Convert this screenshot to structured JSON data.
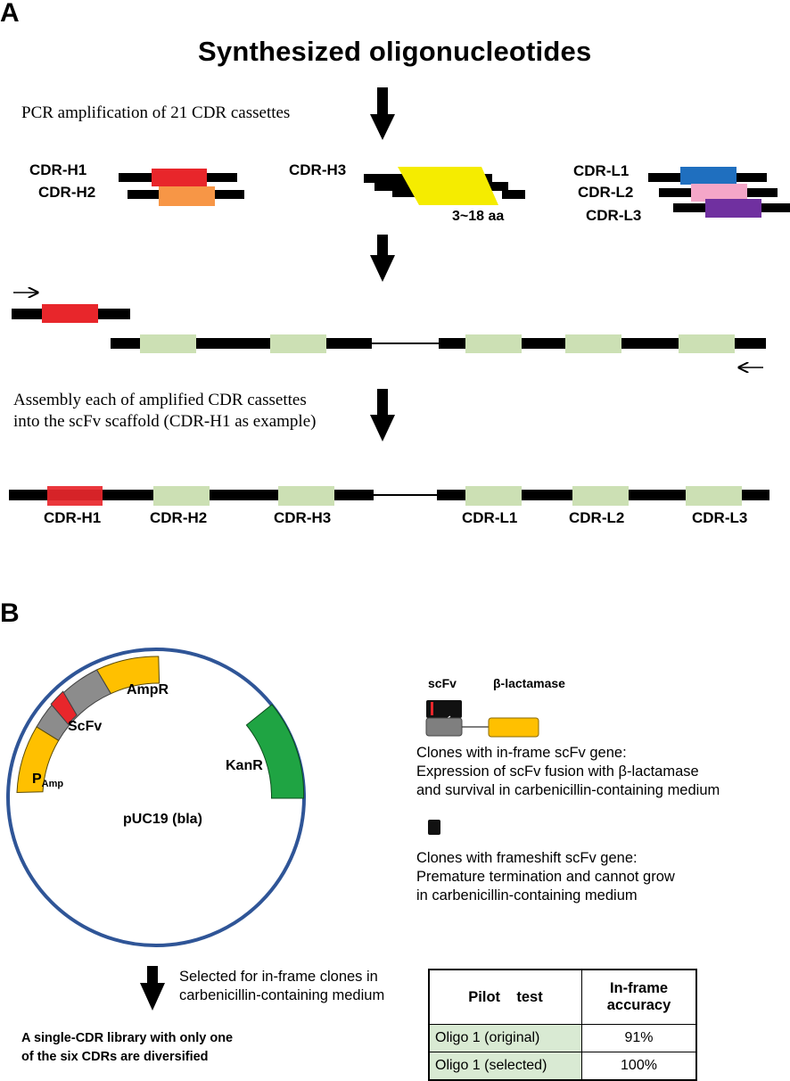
{
  "panel_a": {
    "label": "A",
    "title": "Synthesized oligonucleotides",
    "step1": "PCR amplification of 21 CDR cassettes",
    "cassettes": {
      "h1": "CDR-H1",
      "h2": "CDR-H2",
      "h3": "CDR-H3",
      "l1": "CDR-L1",
      "l2": "CDR-L2",
      "l3": "CDR-L3",
      "h3_length": "3~18 aa"
    },
    "step3_line1": "Assembly each of amplified CDR cassettes",
    "step3_line2": "into the scFv scaffold (CDR-H1 as example)",
    "final_labels": [
      "CDR-H1",
      "CDR-H2",
      "CDR-H3",
      "CDR-L1",
      "CDR-L2",
      "CDR-L3"
    ]
  },
  "panel_b": {
    "label": "B",
    "plasmid": {
      "name": "pUC19 (bla)",
      "segments": {
        "ampr": "AmpR",
        "scfv": "ScFv",
        "kanr": "KanR",
        "pamp_main": "P",
        "pamp_sub": "Amp"
      }
    },
    "legend": {
      "scfv_header": "scFv",
      "blactamase_header": "β-lactamase",
      "inframe_line1": "Clones with in-frame scFv gene:",
      "inframe_line2": "Expression of scFv fusion with β-lactamase",
      "inframe_line3": "and survival in carbenicillin-containing medium",
      "frameshift_line1": "Clones with frameshift scFv gene:",
      "frameshift_line2": "Premature termination and cannot grow",
      "frameshift_line3": "in carbenicillin-containing medium"
    },
    "selection_line1": "Selected for in-frame clones in",
    "selection_line2": "carbenicillin-containing medium",
    "library_line1": "A single-CDR library with only one",
    "library_line2": "of the six CDRs are diversified",
    "table": {
      "header_col1": "Pilot    test",
      "header_col2_line1": "In-frame",
      "header_col2_line2": "accuracy",
      "rows": [
        {
          "name": "Oligo 1 (original)",
          "value": "91%"
        },
        {
          "name": "Oligo 1 (selected)",
          "value": "100%"
        }
      ]
    }
  },
  "colors": {
    "h1": "#e8262b",
    "h2": "#f79646",
    "h3": "#f5ec00",
    "l1": "#1f6fbf",
    "l2": "#f4a6c8",
    "l3": "#7030a0",
    "framework": "#cce0b4",
    "ampr": "#ffc000",
    "kanr": "#1fa443",
    "plasmid_ring": "#2f5597",
    "scaffold_gray": "#7f7f7f"
  }
}
